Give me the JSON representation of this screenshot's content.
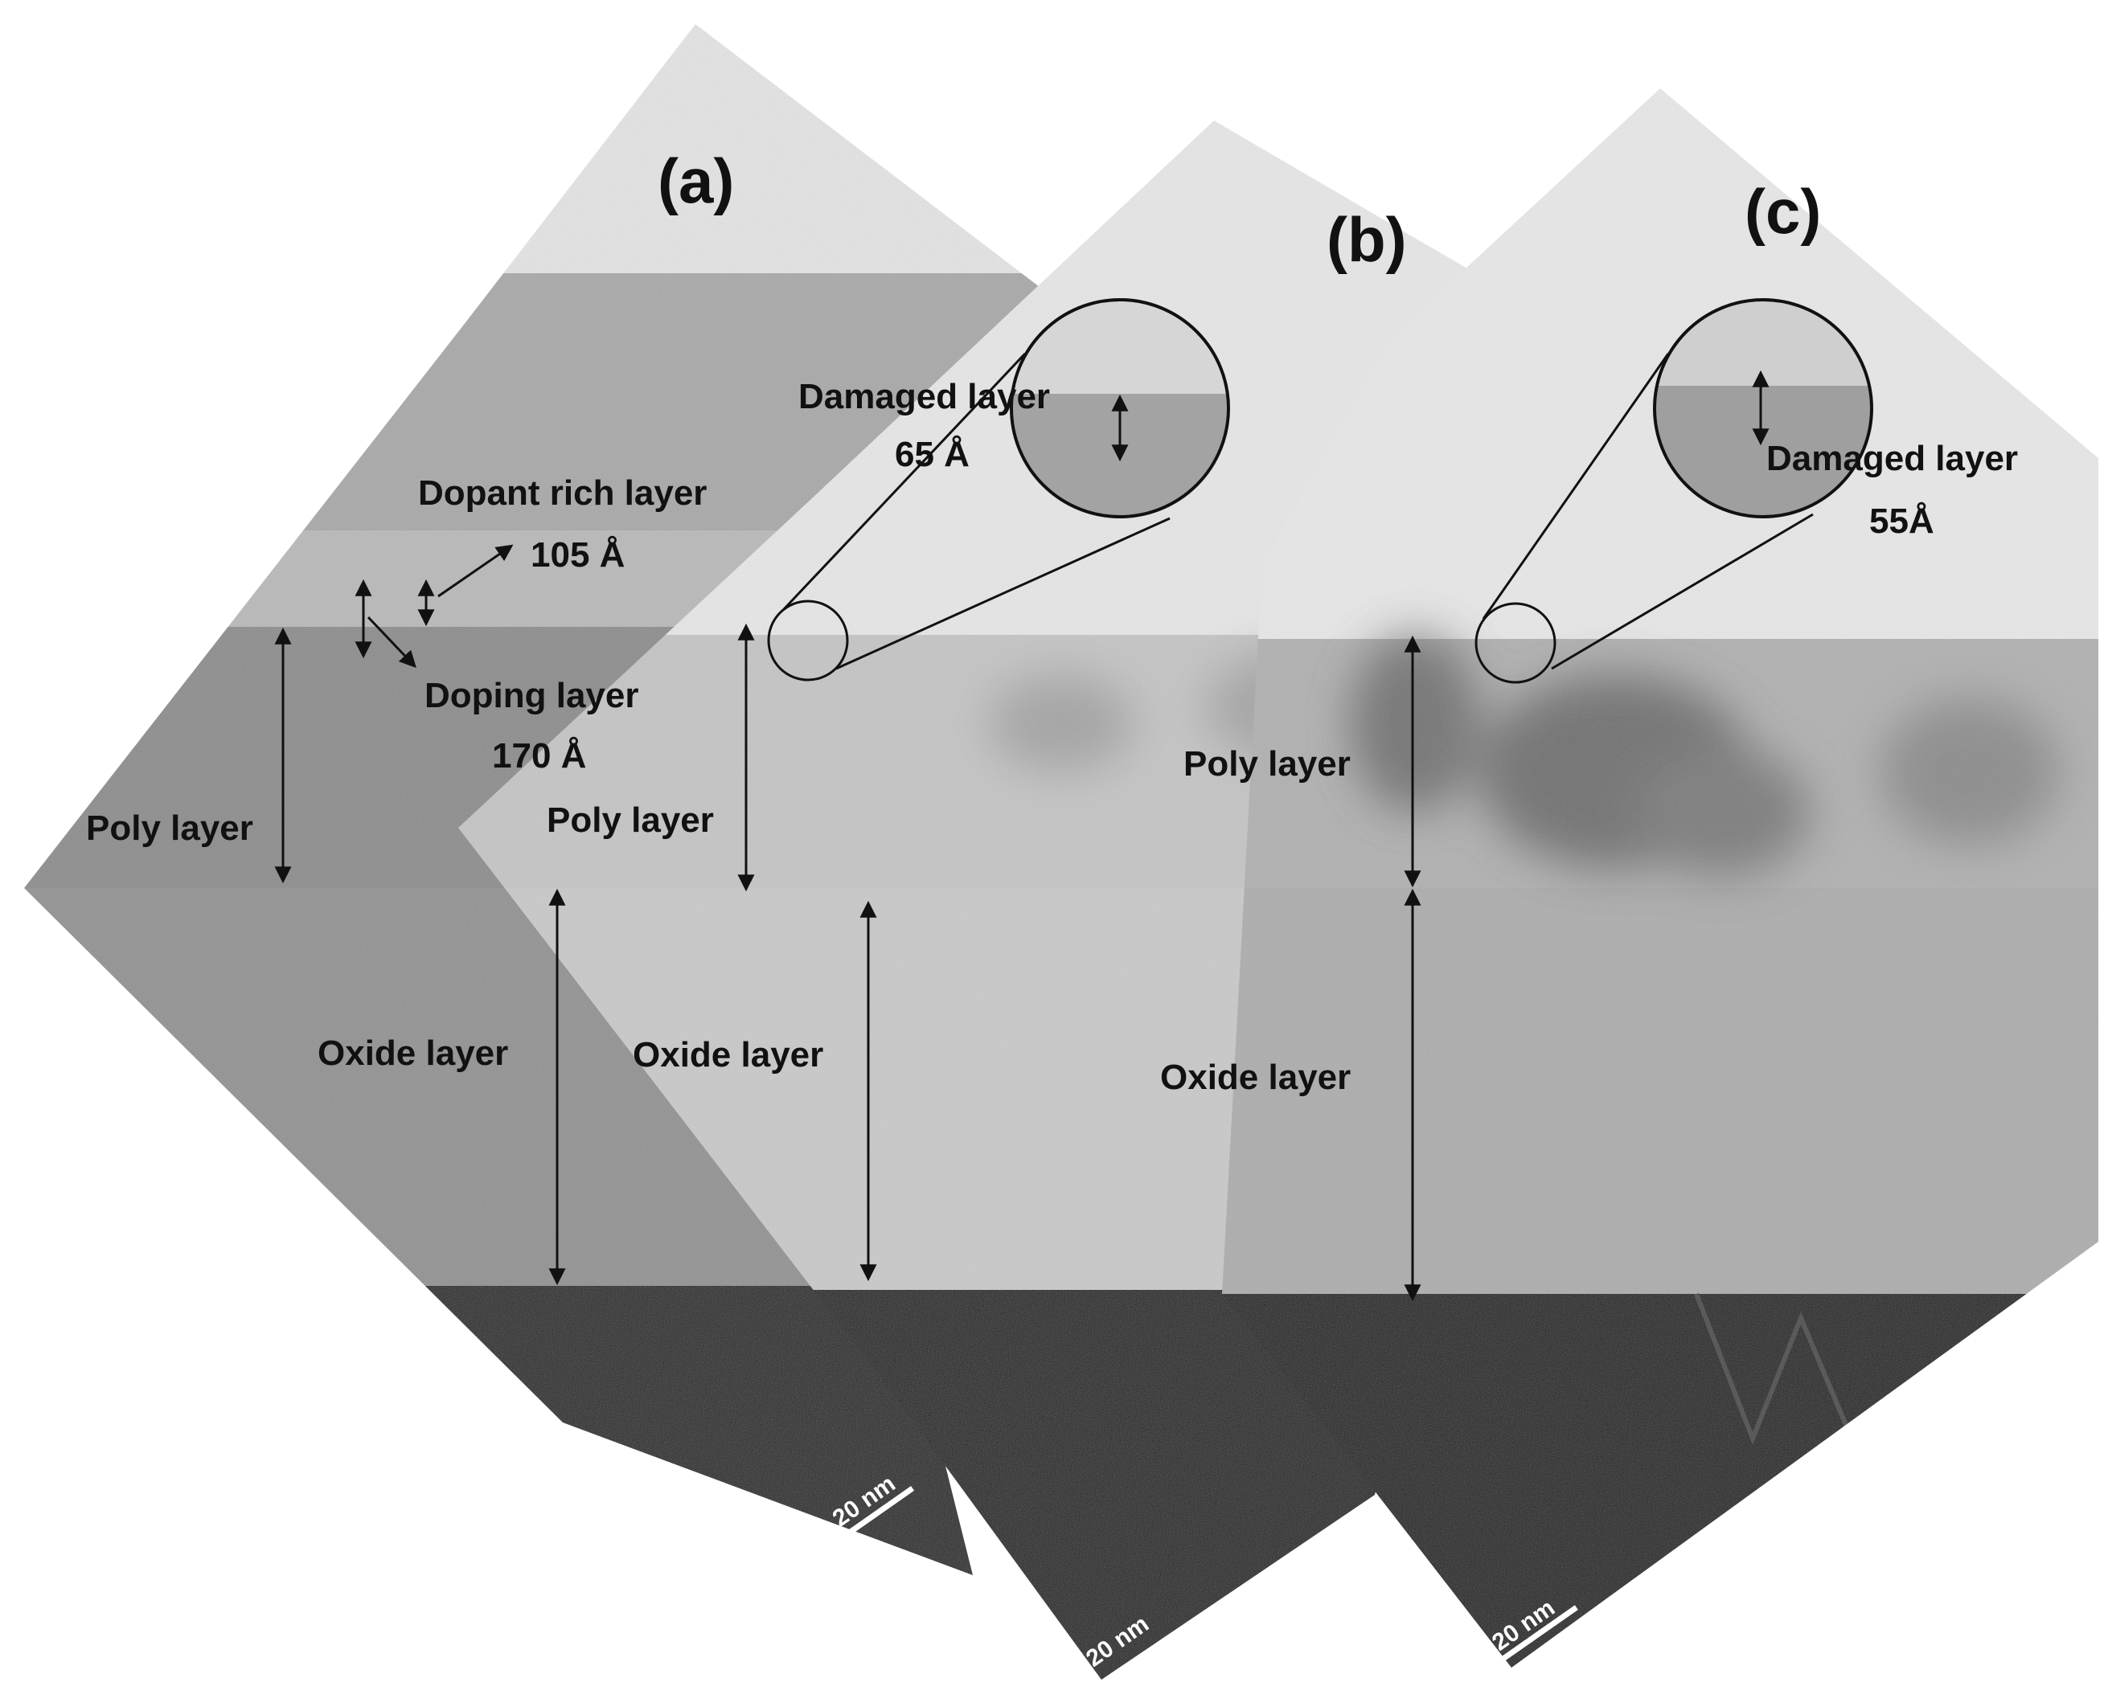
{
  "figure": {
    "panels": [
      {
        "id": "a",
        "label": "(a)",
        "scale_bar": "20 nm"
      },
      {
        "id": "b",
        "label": "(b)",
        "scale_bar": "20 nm"
      },
      {
        "id": "c",
        "label": "(c)",
        "scale_bar": "20 nm"
      }
    ],
    "labels": {
      "a_dopant_rich": "Dopant rich layer",
      "a_dopant_rich_value": "105 Å",
      "a_doping": "Doping layer",
      "a_doping_value": "170 Å",
      "a_poly": "Poly layer",
      "a_oxide": "Oxide layer",
      "b_damaged": "Damaged layer",
      "b_damaged_value": "65 Å",
      "b_poly": "Poly layer",
      "b_oxide": "Oxide layer",
      "c_damaged": "Damaged layer",
      "c_damaged_value": "55Å",
      "c_poly": "Poly layer",
      "c_oxide": "Oxide layer"
    },
    "colors": {
      "background": "#ffffff",
      "top_region": "#e3e3e3",
      "poly_a": "#8d8d8d",
      "dopant_band": "#b5b5b5",
      "poly_b": "#c5c5c5",
      "poly_c": "#b1b1b1",
      "oxide_a": "#939393",
      "oxide_b": "#c8c8c8",
      "oxide_c": "#adadad",
      "substrate": "#262626",
      "annotation": "#111111"
    }
  }
}
